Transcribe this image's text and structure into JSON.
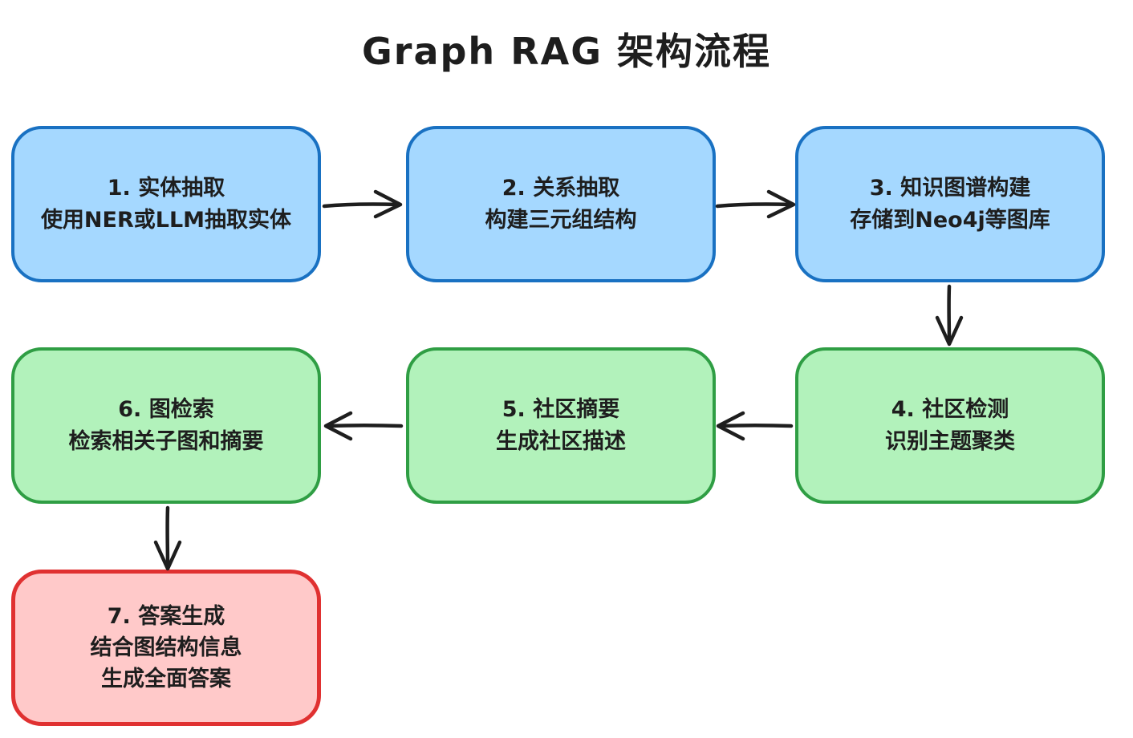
{
  "title": "Graph RAG 架构流程",
  "nodes": [
    {
      "step": "1",
      "name": "entity-extraction",
      "color": "blue",
      "lines": [
        "1. 实体抽取",
        "使用NER或LLM抽取实体"
      ]
    },
    {
      "step": "2",
      "name": "relation-extraction",
      "color": "blue",
      "lines": [
        "2. 关系抽取",
        "构建三元组结构"
      ]
    },
    {
      "step": "3",
      "name": "kg-construction",
      "color": "blue",
      "lines": [
        "3. 知识图谱构建",
        "存储到Neo4j等图库"
      ]
    },
    {
      "step": "4",
      "name": "community-detection",
      "color": "green",
      "lines": [
        "4. 社区检测",
        "识别主题聚类"
      ]
    },
    {
      "step": "5",
      "name": "community-summary",
      "color": "green",
      "lines": [
        "5. 社区摘要",
        "生成社区描述"
      ]
    },
    {
      "step": "6",
      "name": "graph-retrieval",
      "color": "green",
      "lines": [
        "6. 图检索",
        "检索相关子图和摘要"
      ]
    },
    {
      "step": "7",
      "name": "answer-generation",
      "color": "red",
      "lines": [
        "7. 答案生成",
        "结合图结构信息",
        "生成全面答案"
      ]
    }
  ],
  "edges": [
    {
      "from": "1",
      "to": "2",
      "direction": "right"
    },
    {
      "from": "2",
      "to": "3",
      "direction": "right"
    },
    {
      "from": "3",
      "to": "4",
      "direction": "down"
    },
    {
      "from": "4",
      "to": "5",
      "direction": "left"
    },
    {
      "from": "5",
      "to": "6",
      "direction": "left"
    },
    {
      "from": "6",
      "to": "7",
      "direction": "down"
    }
  ],
  "colors": {
    "blue_fill": "#a5d8ff",
    "blue_stroke": "#1971c2",
    "green_fill": "#b2f2bb",
    "green_stroke": "#2f9e44",
    "red_fill": "#ffc9c9",
    "red_stroke": "#e03131",
    "arrow": "#1e1e1e",
    "text": "#1e1e1e",
    "background": "#ffffff"
  }
}
